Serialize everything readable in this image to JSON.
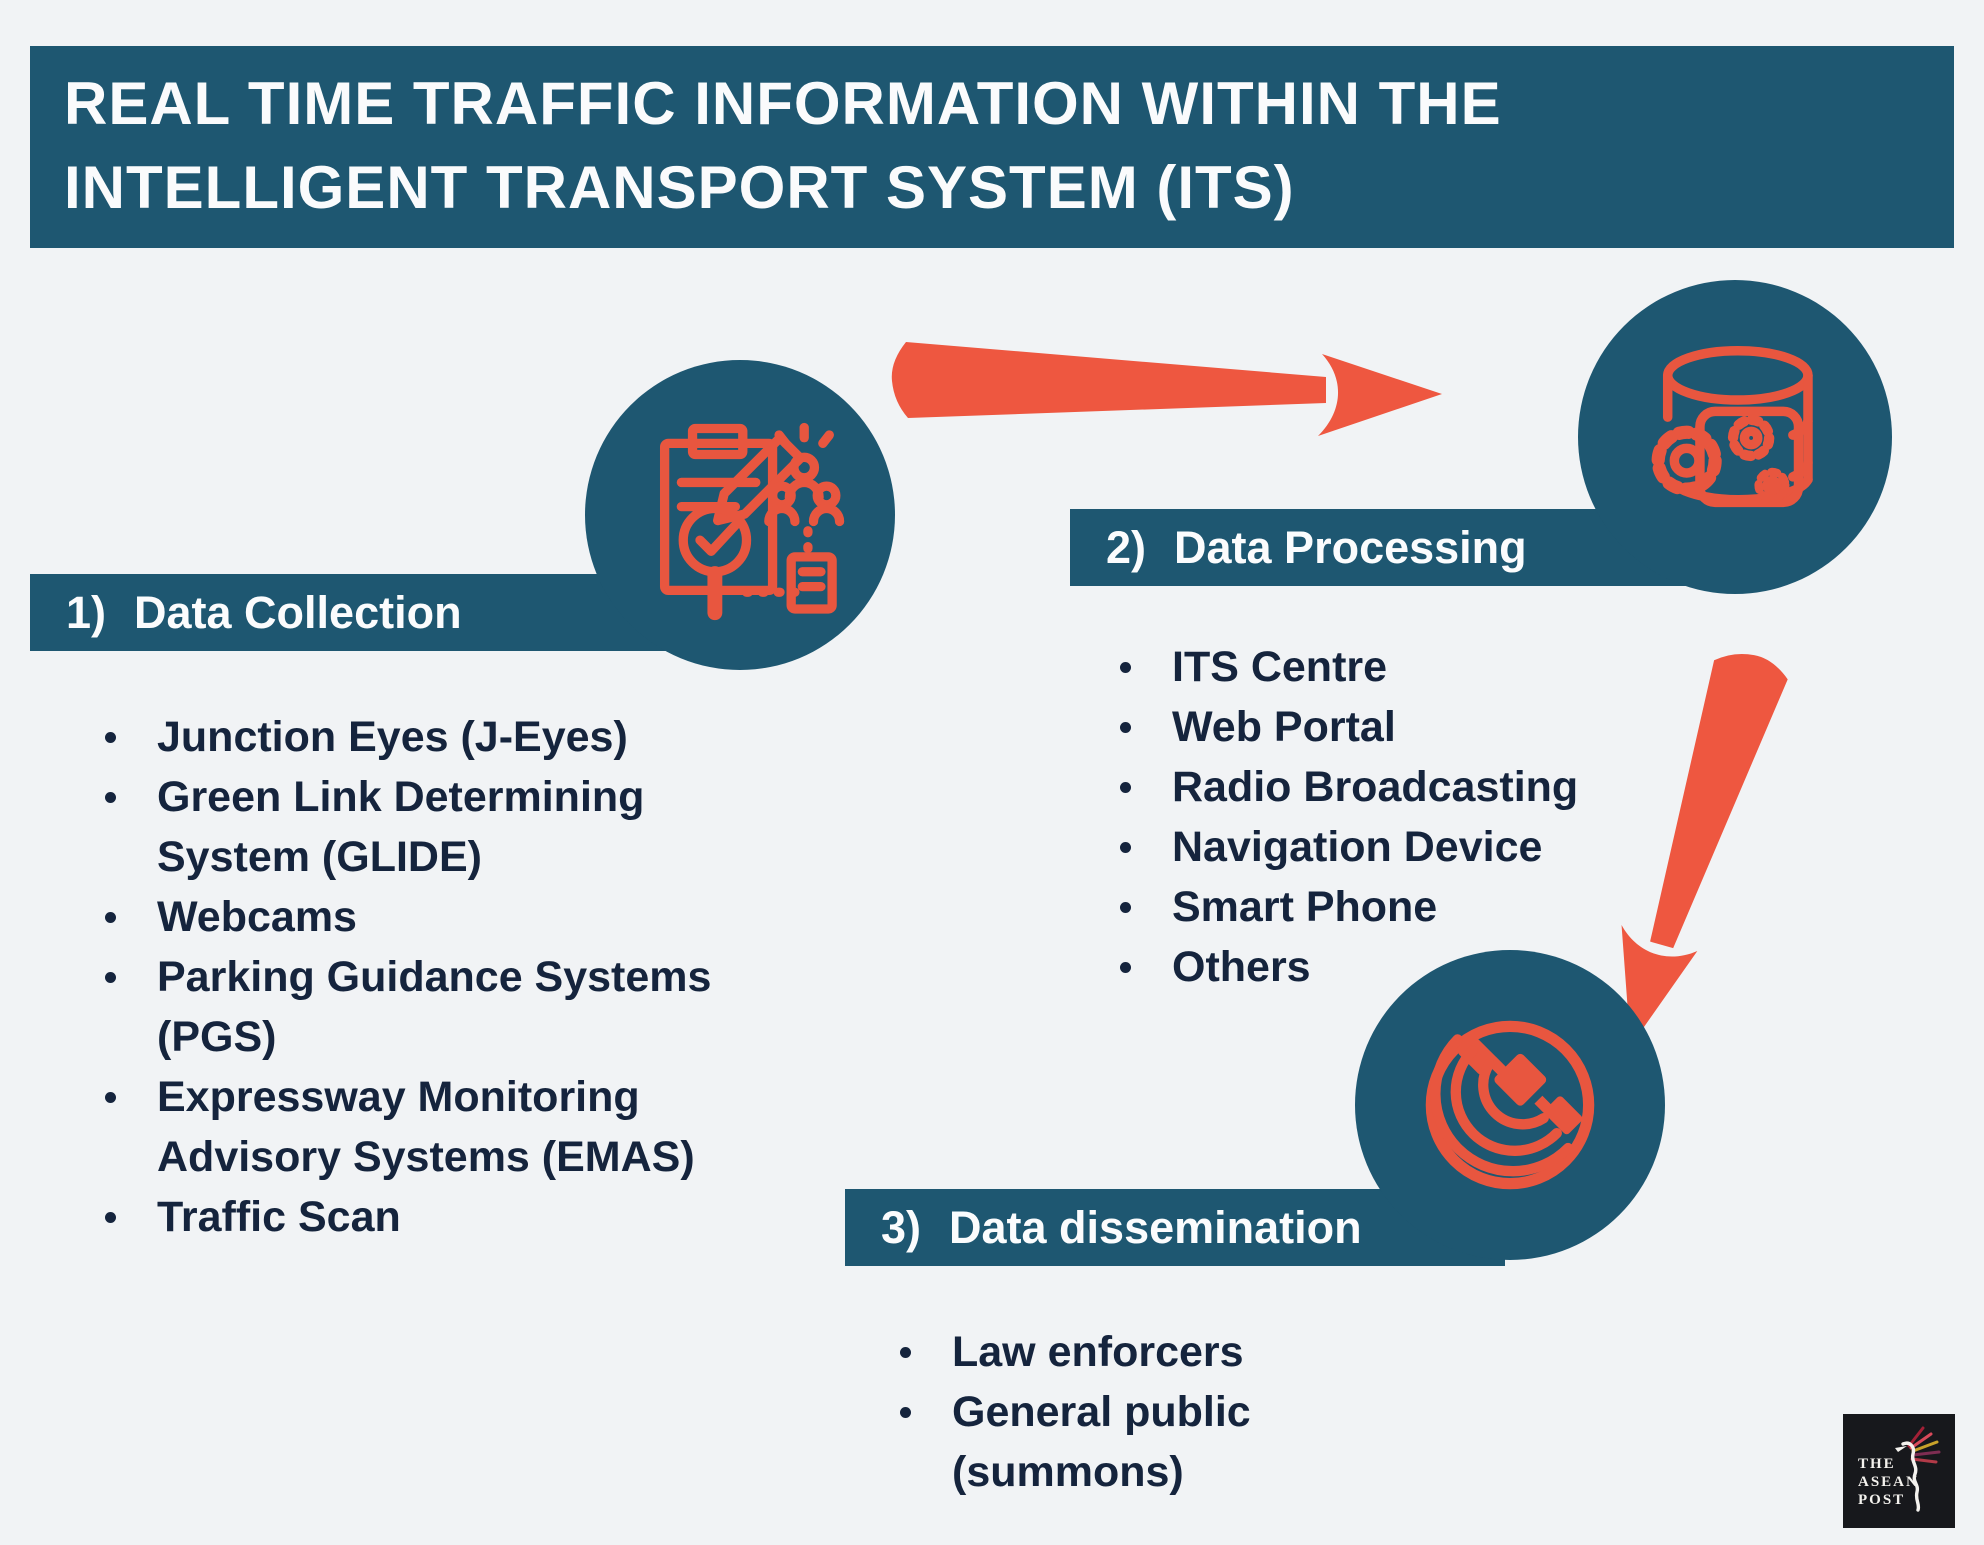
{
  "colors": {
    "teal": "#1e5771",
    "orange": "#ee5740",
    "navy_text": "#15243d",
    "background": "#f1f3f5",
    "band_text": "#fbfcfd",
    "logo_bg": "#17181c"
  },
  "header": {
    "title_line1": "REAL TIME TRAFFIC INFORMATION WITHIN THE",
    "title_line2": "INTELLIGENT TRANSPORT SYSTEM (ITS)"
  },
  "sections": [
    {
      "number": "1)",
      "heading": "Data Collection",
      "icon": "clipboard-checklist-search-icon",
      "items": [
        "Junction Eyes (J-Eyes)",
        "Green Link Determining System (GLIDE)",
        "Webcams",
        "Parking Guidance Systems (PGS)",
        "Expressway Monitoring Advisory Systems (EMAS)",
        "Traffic Scan"
      ]
    },
    {
      "number": "2)",
      "heading": "Data Processing",
      "icon": "database-gears-icon",
      "items": [
        "ITS Centre",
        "Web Portal",
        "Radio Broadcasting",
        "Navigation Device",
        "Smart Phone",
        "Others"
      ]
    },
    {
      "number": "3)",
      "heading": "Data dissemination",
      "icon": "satellite-signal-icon",
      "items": [
        "Law enforcers",
        "General public (summons)"
      ]
    }
  ],
  "logo": {
    "line1": "THE",
    "line2": "ASEAN",
    "line3": "POST"
  }
}
